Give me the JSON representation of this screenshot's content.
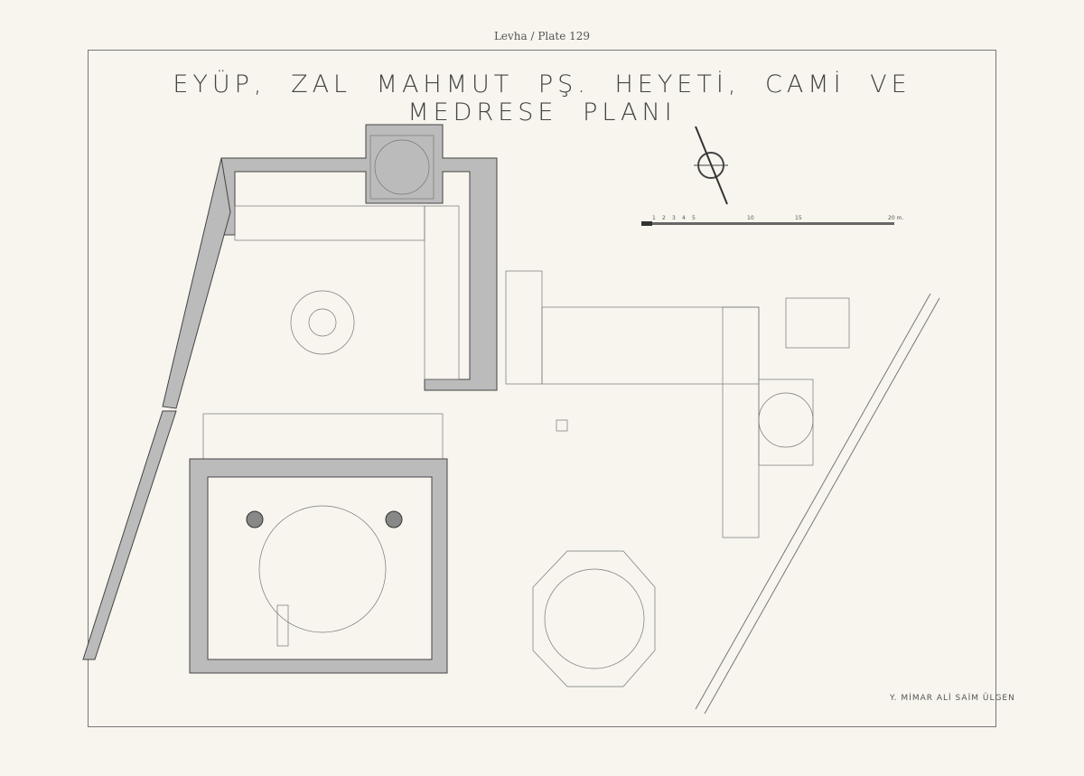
{
  "plate_label": "Levha / Plate 129",
  "title": "EYÜP, ZAL MAHMUT PŞ. HEYETİ, CAMİ VE MEDRESE PLANI",
  "author": "Y. MİMAR ALİ SAİM ÜLGEN",
  "scale_bar": {
    "labels": [
      "1",
      "2",
      "3",
      "4",
      "5",
      "10",
      "15",
      "20 m."
    ]
  },
  "icons": [
    "north-arrow-icon"
  ]
}
